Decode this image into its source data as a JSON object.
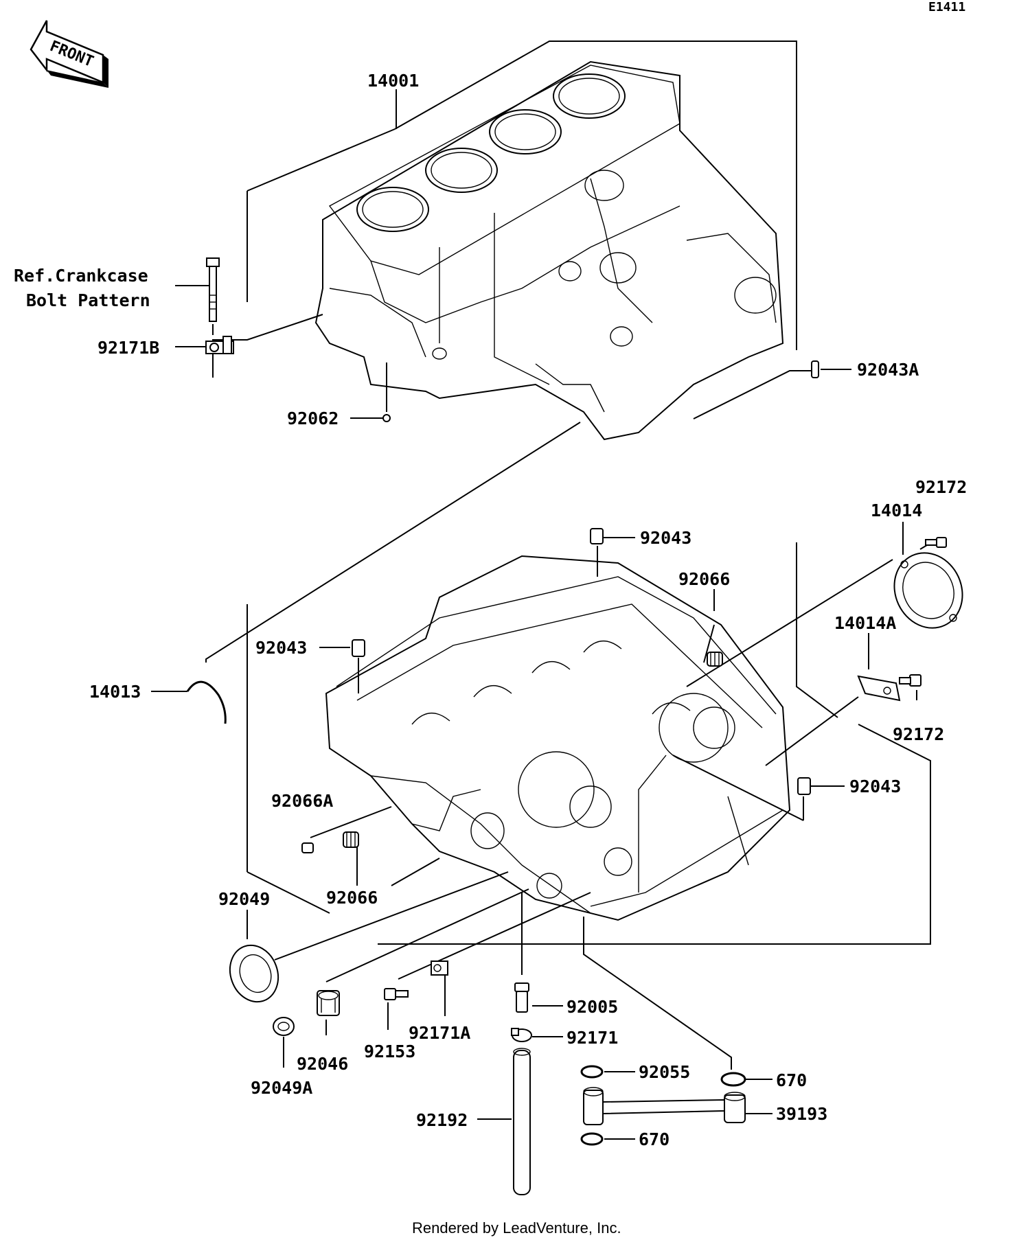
{
  "diagram_code": "E1411",
  "front_label": "FRONT",
  "ref_note": [
    "Ref.Crankcase",
    "Bolt Pattern"
  ],
  "parts": {
    "p14001": "14001",
    "p92171B": "92171B",
    "p92043A": "92043A",
    "p92062": "92062",
    "p92172_top": "92172",
    "p14014": "14014",
    "p92043_top": "92043",
    "p92066_top": "92066",
    "p92043_left": "92043",
    "p14014A": "14014A",
    "p14013": "14013",
    "p92172_mid": "92172",
    "p92066A": "92066A",
    "p92043_right": "92043",
    "p92049": "92049",
    "p92066_bottom": "92066",
    "p92005": "92005",
    "p92171A": "92171A",
    "p92171": "92171",
    "p92153": "92153",
    "p92046": "92046",
    "p92055": "92055",
    "p670_top": "670",
    "p92049A": "92049A",
    "p39193": "39193",
    "p92192": "92192",
    "p670_bottom": "670"
  },
  "footer": "Rendered by LeadVenture, Inc."
}
